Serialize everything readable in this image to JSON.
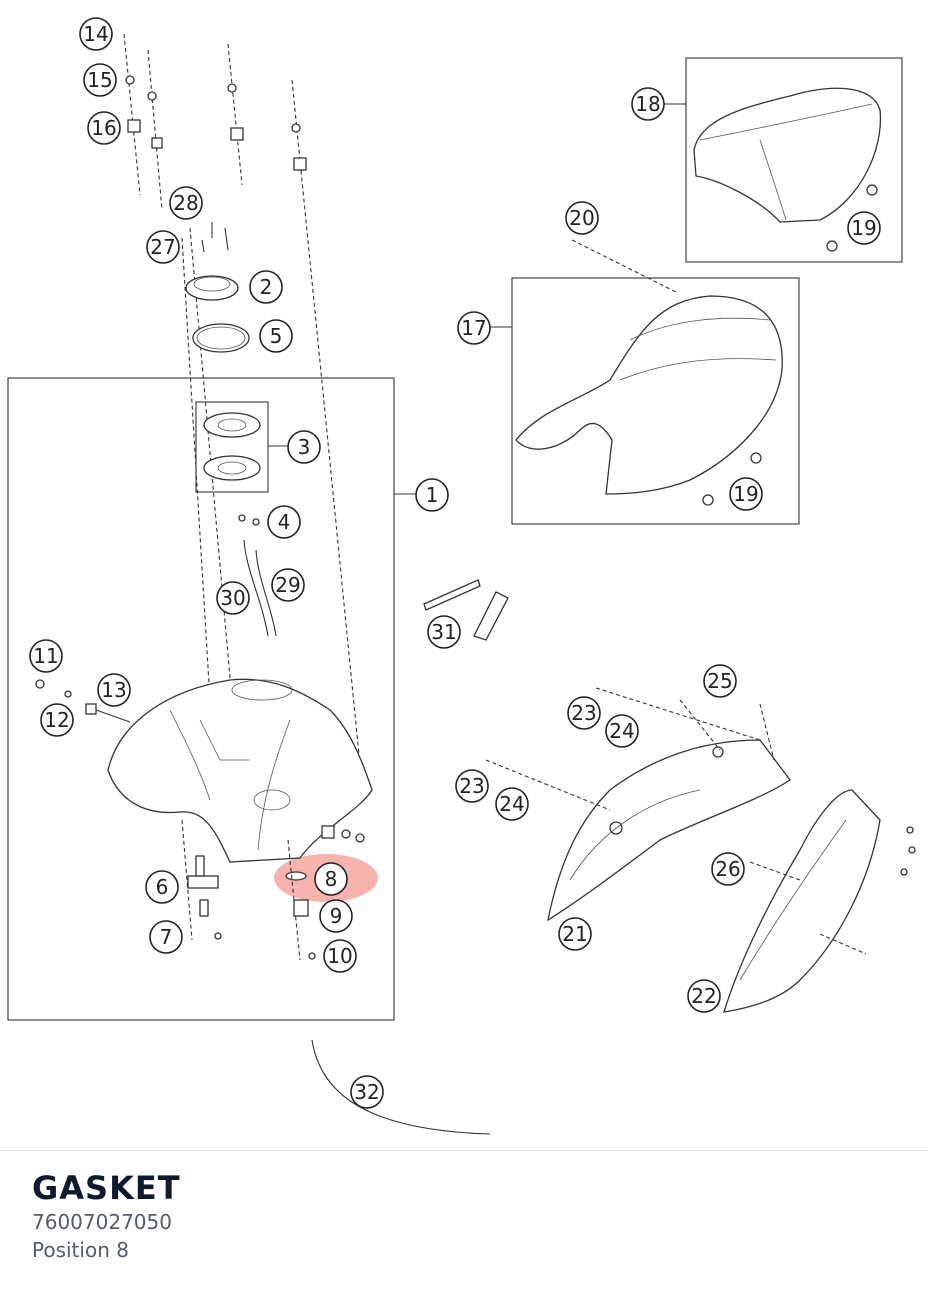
{
  "part": {
    "name": "GASKET",
    "number": "76007027050",
    "position": "Position 8"
  },
  "highlight_color": "#f28b82",
  "callouts": [
    "14",
    "15",
    "16",
    "28",
    "27",
    "2",
    "5",
    "3",
    "1",
    "4",
    "30",
    "29",
    "11",
    "13",
    "12",
    "6",
    "7",
    "8",
    "9",
    "10",
    "18",
    "19",
    "20",
    "17",
    "19",
    "31",
    "25",
    "23",
    "24",
    "23",
    "24",
    "26",
    "21",
    "22",
    "32"
  ]
}
